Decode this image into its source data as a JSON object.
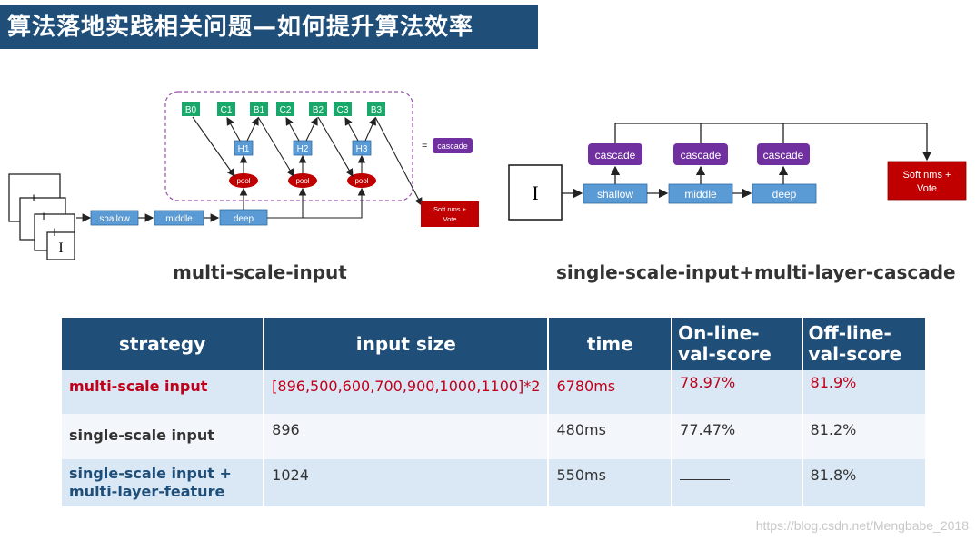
{
  "slide": {
    "title": "算法落地实践相关问题—如何提升算法效率",
    "watermark": "https://blog.csdn.net/Mengbabe_2018"
  },
  "diagram_left": {
    "caption": "multi-scale-input",
    "input_label": "I",
    "backbone": [
      "shallow",
      "middle",
      "deep"
    ],
    "top_nodes": [
      "B0",
      "C1",
      "B1",
      "C2",
      "B2",
      "C3",
      "B3"
    ],
    "heads": [
      "H1",
      "H2",
      "H3"
    ],
    "pool": "pool",
    "legend_eq": "=",
    "legend_label": "cascade",
    "output": "Soft nms + Vote"
  },
  "diagram_right": {
    "caption": "single-scale-input+multi-layer-cascade",
    "input_label": "I",
    "backbone": [
      "shallow",
      "middle",
      "deep"
    ],
    "cascade": "cascade",
    "output_line1": "Soft nms +",
    "output_line2": "Vote"
  },
  "table": {
    "headers": {
      "strategy": "strategy",
      "input_size": "input size",
      "time": "time",
      "online_1": "On-line-",
      "online_2": "val-score",
      "offline_1": "Off-line-",
      "offline_2": "val-score"
    },
    "rows": [
      {
        "strategy": "multi-scale input",
        "strategy_2": "",
        "input_size": "[896,500,600,700,900,1000,1100]*2",
        "time": "6780ms",
        "online": "78.97%",
        "offline": "81.9%"
      },
      {
        "strategy": "single-scale input",
        "strategy_2": "",
        "input_size": "896",
        "time": "480ms",
        "online": "77.47%",
        "offline": "81.2%"
      },
      {
        "strategy": "single-scale input +",
        "strategy_2": "multi-layer-feature",
        "input_size": "1024",
        "time": "550ms",
        "online": "",
        "offline": "81.8%"
      }
    ]
  },
  "colors": {
    "header_blue": "#1f4e79",
    "node_green": "#1aa86a",
    "node_blue": "#5b9bd5",
    "pool_red": "#c00000",
    "cascade_purple": "#7030a0",
    "output_red": "#c00000",
    "highlight_red": "#c0001a"
  }
}
